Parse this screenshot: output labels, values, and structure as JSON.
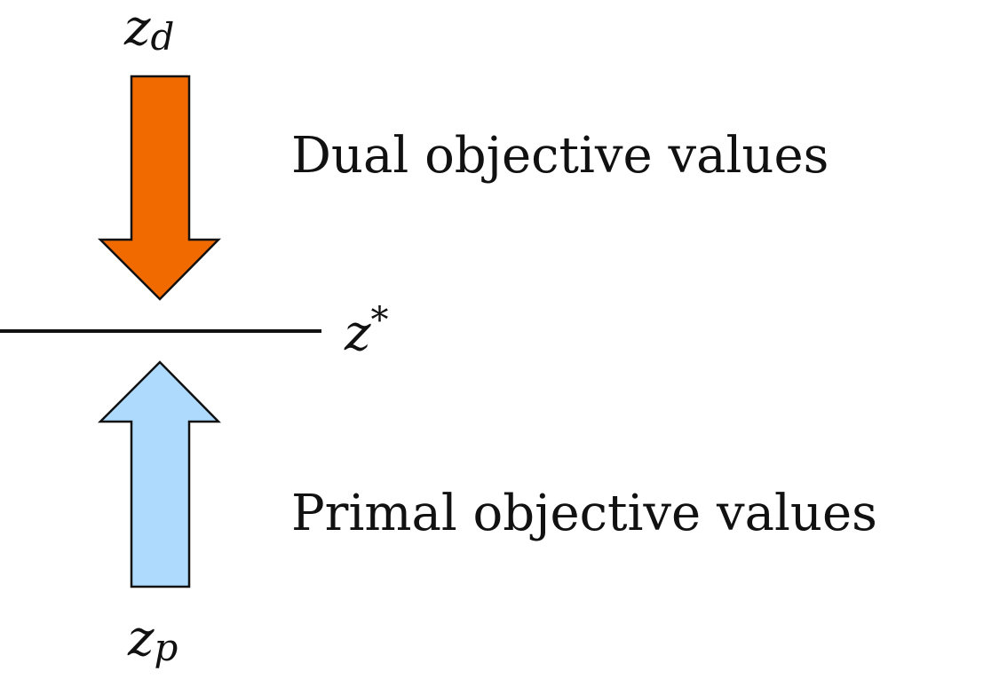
{
  "diagram": {
    "dual_symbol": {
      "base": "z",
      "subscript": "d"
    },
    "primal_symbol": {
      "base": "z",
      "subscript": "p"
    },
    "optimum_symbol": {
      "base": "z",
      "superscript": "*"
    },
    "dual_label": "Dual objective values",
    "primal_label": "Primal objective values",
    "colors": {
      "dual_arrow": "#f06a00",
      "primal_arrow": "#aedbfd",
      "stroke": "#111111",
      "optimum_line": "#111111"
    }
  }
}
